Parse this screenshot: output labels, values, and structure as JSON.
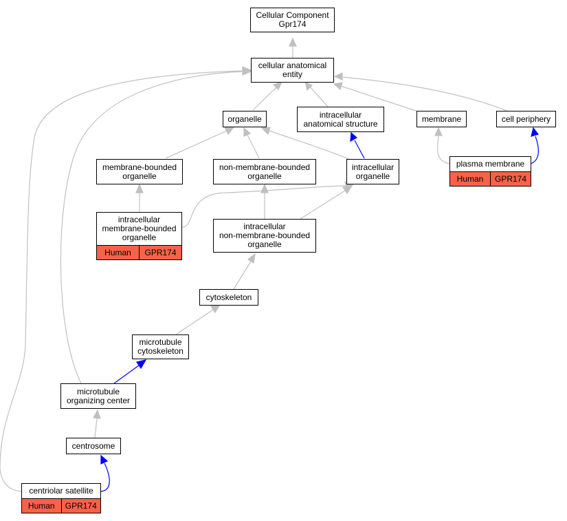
{
  "colors": {
    "grey_edge": "#c0c0c0",
    "blue_edge": "#0000ff",
    "annotation_fill": "#fa6149"
  },
  "nodes": {
    "root": "Cellular Component\nGpr174",
    "cae": "cellular anatomical\nentity",
    "organelle": "organelle",
    "ias": "intracellular\nanatomical structure",
    "membrane": "membrane",
    "cellper": "cell periphery",
    "mbo": "membrane-bounded\norganelle",
    "nmbo": "non-membrane-bounded\norganelle",
    "io": "intracellular\norganelle",
    "pm": "plasma membrane",
    "imbo": "intracellular\nmembrane-bounded\norganelle",
    "inmbo": "intracellular\nnon-membrane-bounded\norganelle",
    "cyto": "cytoskeleton",
    "mtcyto": "microtubule\ncytoskeleton",
    "mtoc": "microtubule\norganizing center",
    "centrosome": "centrosome",
    "cs": "centriolar satellite"
  },
  "annotations": {
    "pm": {
      "species": "Human",
      "gene": "GPR174"
    },
    "imbo": {
      "species": "Human",
      "gene": "GPR174"
    },
    "cs": {
      "species": "Human",
      "gene": "GPR174"
    }
  }
}
